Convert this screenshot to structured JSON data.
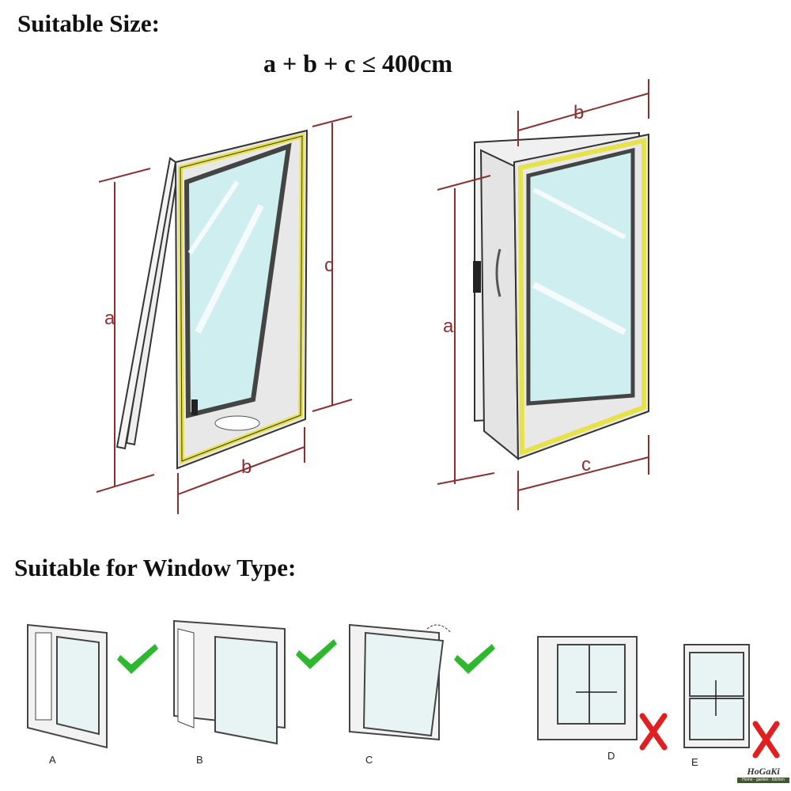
{
  "size_section": {
    "title": "Suitable Size:",
    "formula": "a + b + c ≤ 400cm",
    "left_diagram": {
      "labels": [
        "a",
        "b",
        "c"
      ]
    },
    "right_diagram": {
      "labels": [
        "a",
        "b",
        "c"
      ]
    }
  },
  "type_section": {
    "title": "Suitable for Window Type:",
    "windows": [
      {
        "label": "A",
        "suitable": true,
        "mark": "check-icon"
      },
      {
        "label": "B",
        "suitable": true,
        "mark": "check-icon"
      },
      {
        "label": "C",
        "suitable": true,
        "mark": "check-icon"
      },
      {
        "label": "D",
        "suitable": false,
        "mark": "cross-icon"
      },
      {
        "label": "E",
        "suitable": false,
        "mark": "cross-icon"
      }
    ]
  },
  "logo": {
    "name": "HoGaKi",
    "tagline": "Home - garden - kitchen"
  },
  "colors": {
    "dimension": "#8b3030",
    "seal": "#e8e24a",
    "glass": "#cfeef0",
    "check": "#2eb82e",
    "cross": "#e02020"
  }
}
